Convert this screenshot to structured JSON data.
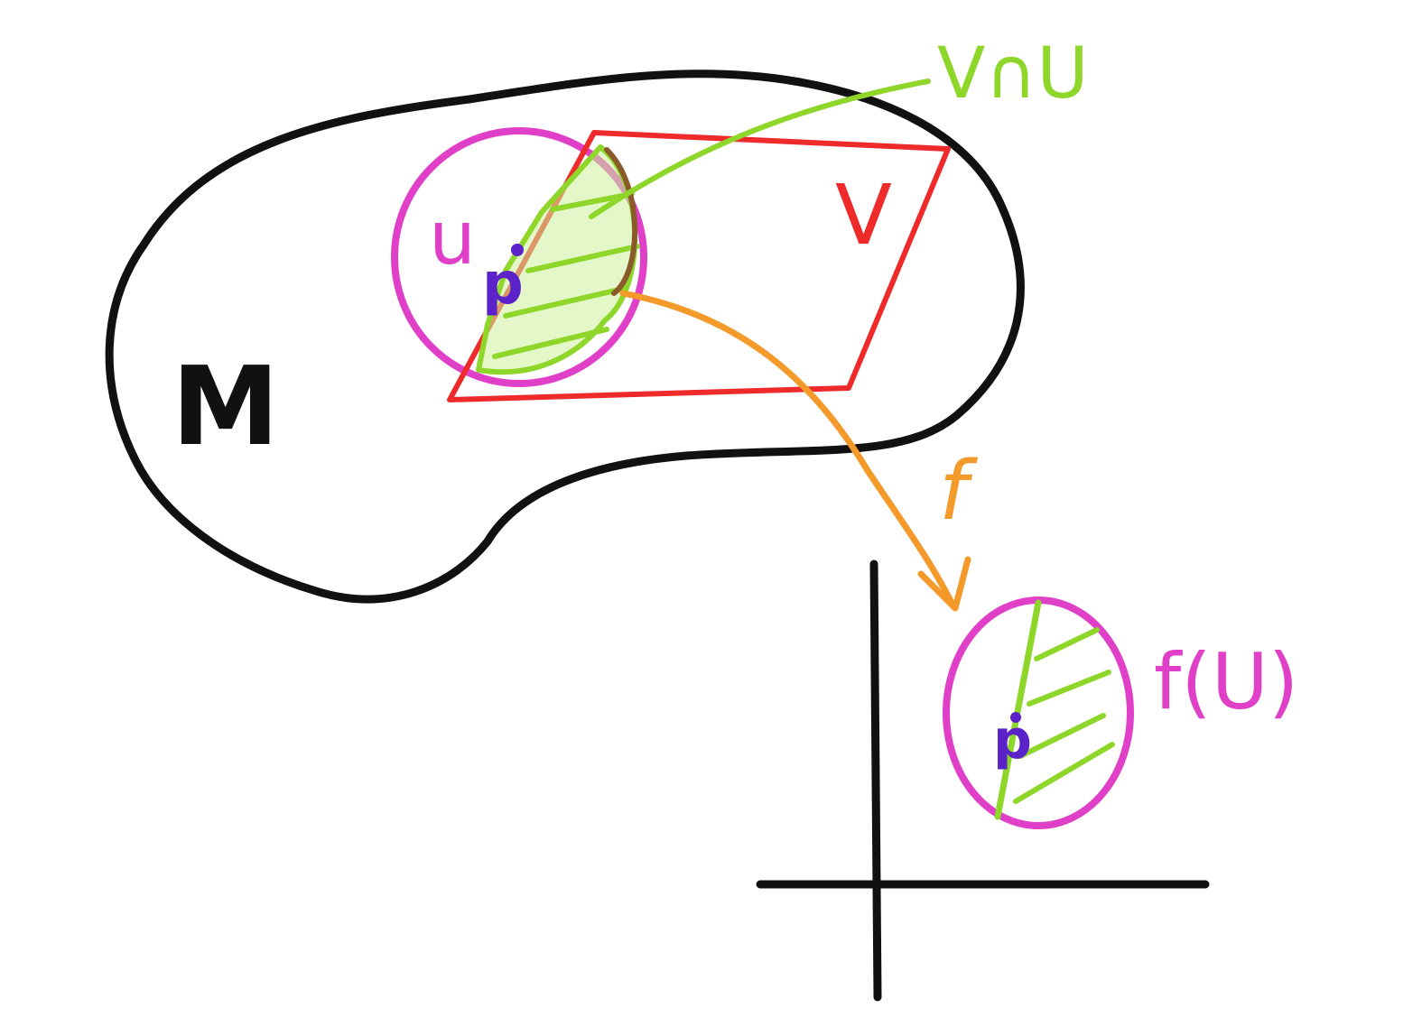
{
  "labels": {
    "manifold": "M",
    "set_u": "u",
    "set_v": "V",
    "intersection": "V∩U",
    "map": "f",
    "image": "f(U)",
    "point": "p",
    "point_image": "p"
  },
  "colors": {
    "manifold_outline": "#111111",
    "open_set_u": "#e040c8",
    "open_set_v": "#ee2a2a",
    "intersection_hatch": "#8fd62a",
    "map_arrow": "#f39a2a",
    "point": "#5a22c8",
    "axes": "#111111"
  }
}
